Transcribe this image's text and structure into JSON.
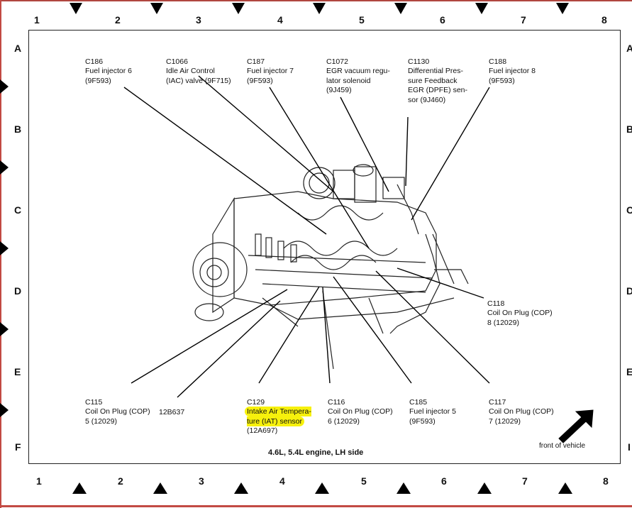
{
  "grid": {
    "top_numbers": [
      "1",
      "2",
      "3",
      "4",
      "5",
      "6",
      "7",
      "8"
    ],
    "bottom_numbers": [
      "1",
      "2",
      "3",
      "4",
      "5",
      "6",
      "7",
      "8"
    ],
    "row_letters": [
      "A",
      "B",
      "C",
      "D",
      "E",
      "F"
    ],
    "right_letters": [
      "A",
      "B",
      "C",
      "D",
      "E",
      "I"
    ]
  },
  "connectors": [
    {
      "id": "C186",
      "desc": "Fuel injector 6",
      "part": "(9F593)"
    },
    {
      "id": "C1066",
      "desc": "Idle Air Control\n(IAC) valve (9F715)",
      "part": ""
    },
    {
      "id": "C187",
      "desc": "Fuel injector 7",
      "part": "(9F593)"
    },
    {
      "id": "C1072",
      "desc": "EGR vacuum regu-\nlator solenoid",
      "part": "(9J459)"
    },
    {
      "id": "C1130",
      "desc": "Differential Pres-\nsure Feedback\nEGR (DPFE) sen-\nsor (9J460)",
      "part": ""
    },
    {
      "id": "C188",
      "desc": "Fuel injector 8",
      "part": "(9F593)"
    },
    {
      "id": "C118",
      "desc": "Coil On Plug (COP)\n8 (12029)",
      "part": ""
    },
    {
      "id": "C115",
      "desc": "Coil On Plug (COP)\n5 (12029)",
      "part": ""
    },
    {
      "id": "12B637",
      "desc": "",
      "part": ""
    },
    {
      "id": "C129",
      "desc": "Intake Air Tempera-\nture (IAT) sensor",
      "part": "(12A697)"
    },
    {
      "id": "C116",
      "desc": "Coil On Plug (COP)\n6 (12029)",
      "part": ""
    },
    {
      "id": "C185",
      "desc": "Fuel injector 5",
      "part": "(9F593)"
    },
    {
      "id": "C117",
      "desc": "Coil On Plug (COP)\n7 (12029)",
      "part": ""
    }
  ],
  "caption": "4.6L, 5.4L engine, LH side",
  "front_label": "front of vehicle",
  "colors": {
    "highlight": "#f7f10c",
    "border": "#c24a43"
  }
}
